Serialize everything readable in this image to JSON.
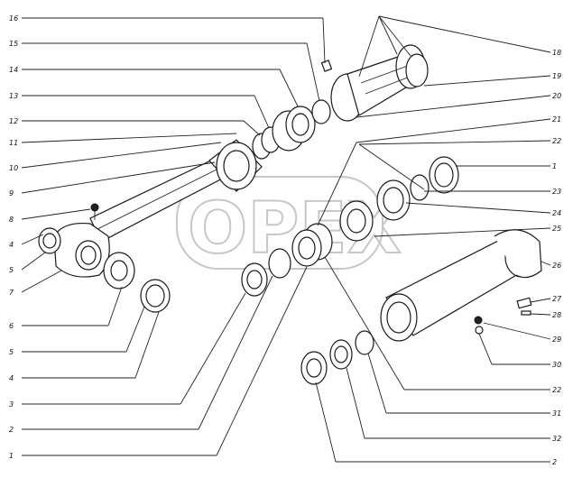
{
  "labels": {
    "l16": "16",
    "l15": "15",
    "l14": "14",
    "l13": "13",
    "l12": "12",
    "l11": "11",
    "l10": "10",
    "l9": "9",
    "l8": "8",
    "l4a": "4",
    "l5a": "5",
    "l7": "7",
    "l6": "6",
    "l5b": "5",
    "l4b": "4",
    "l3": "3",
    "l2a": "2",
    "l1a": "1",
    "l18": "18",
    "l19": "19",
    "l20": "20",
    "l21": "21",
    "l22a": "22",
    "l1b": "1",
    "l23": "23",
    "l24": "24",
    "l25": "25",
    "l26": "26",
    "l27": "27",
    "l28": "28",
    "l29": "29",
    "l30": "30",
    "l22b": "22",
    "l31": "31",
    "l32": "32",
    "l2b": "2"
  },
  "watermark": "OPEX"
}
